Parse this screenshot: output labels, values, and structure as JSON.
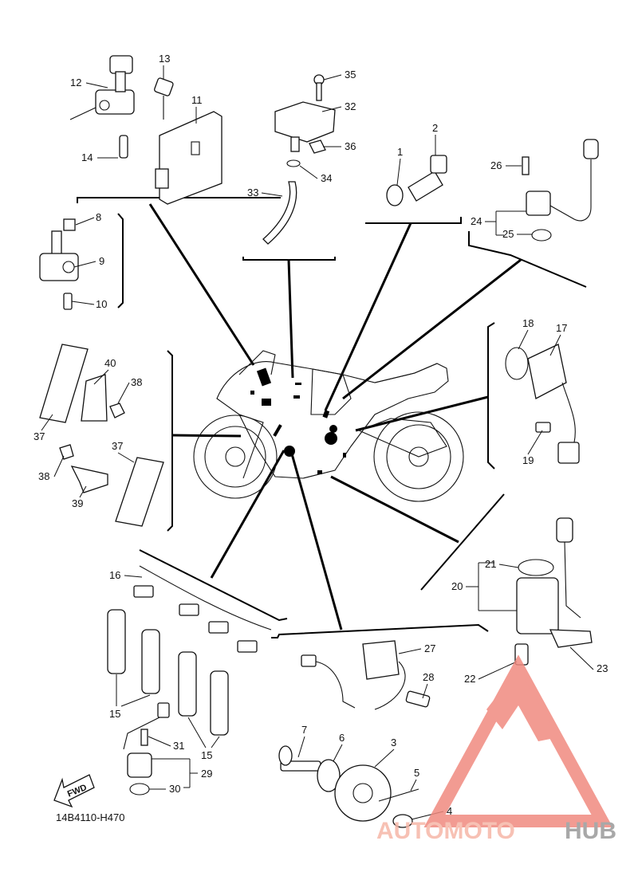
{
  "diagram_code": "14B4110-H470",
  "fwd_label": "FWD",
  "watermark": {
    "word_a": "AUTOMOTO",
    "word_b": "HUB",
    "color_a": "#f6b7a8",
    "color_b": "#9a9a9a",
    "triangle_color": "#f08a80"
  },
  "callouts": {
    "p1": "1",
    "p2": "2",
    "p3": "3",
    "p4": "4",
    "p5": "5",
    "p6": "6",
    "p7": "7",
    "p8": "8",
    "p9": "9",
    "p10": "10",
    "p11": "11",
    "p12": "12",
    "p13": "13",
    "p14": "14",
    "p15": "15",
    "p16": "16",
    "p17": "17",
    "p18": "18",
    "p19": "19",
    "p20": "20",
    "p21": "21",
    "p22": "22",
    "p23": "23",
    "p24": "24",
    "p25": "25",
    "p26": "26",
    "p27": "27",
    "p28": "28",
    "p29": "29",
    "p30": "30",
    "p31": "31",
    "p32": "32",
    "p33": "33",
    "p34": "34",
    "p35": "35",
    "p36": "36",
    "p37": "37",
    "p38": "38",
    "p39": "39",
    "p40": "40"
  }
}
